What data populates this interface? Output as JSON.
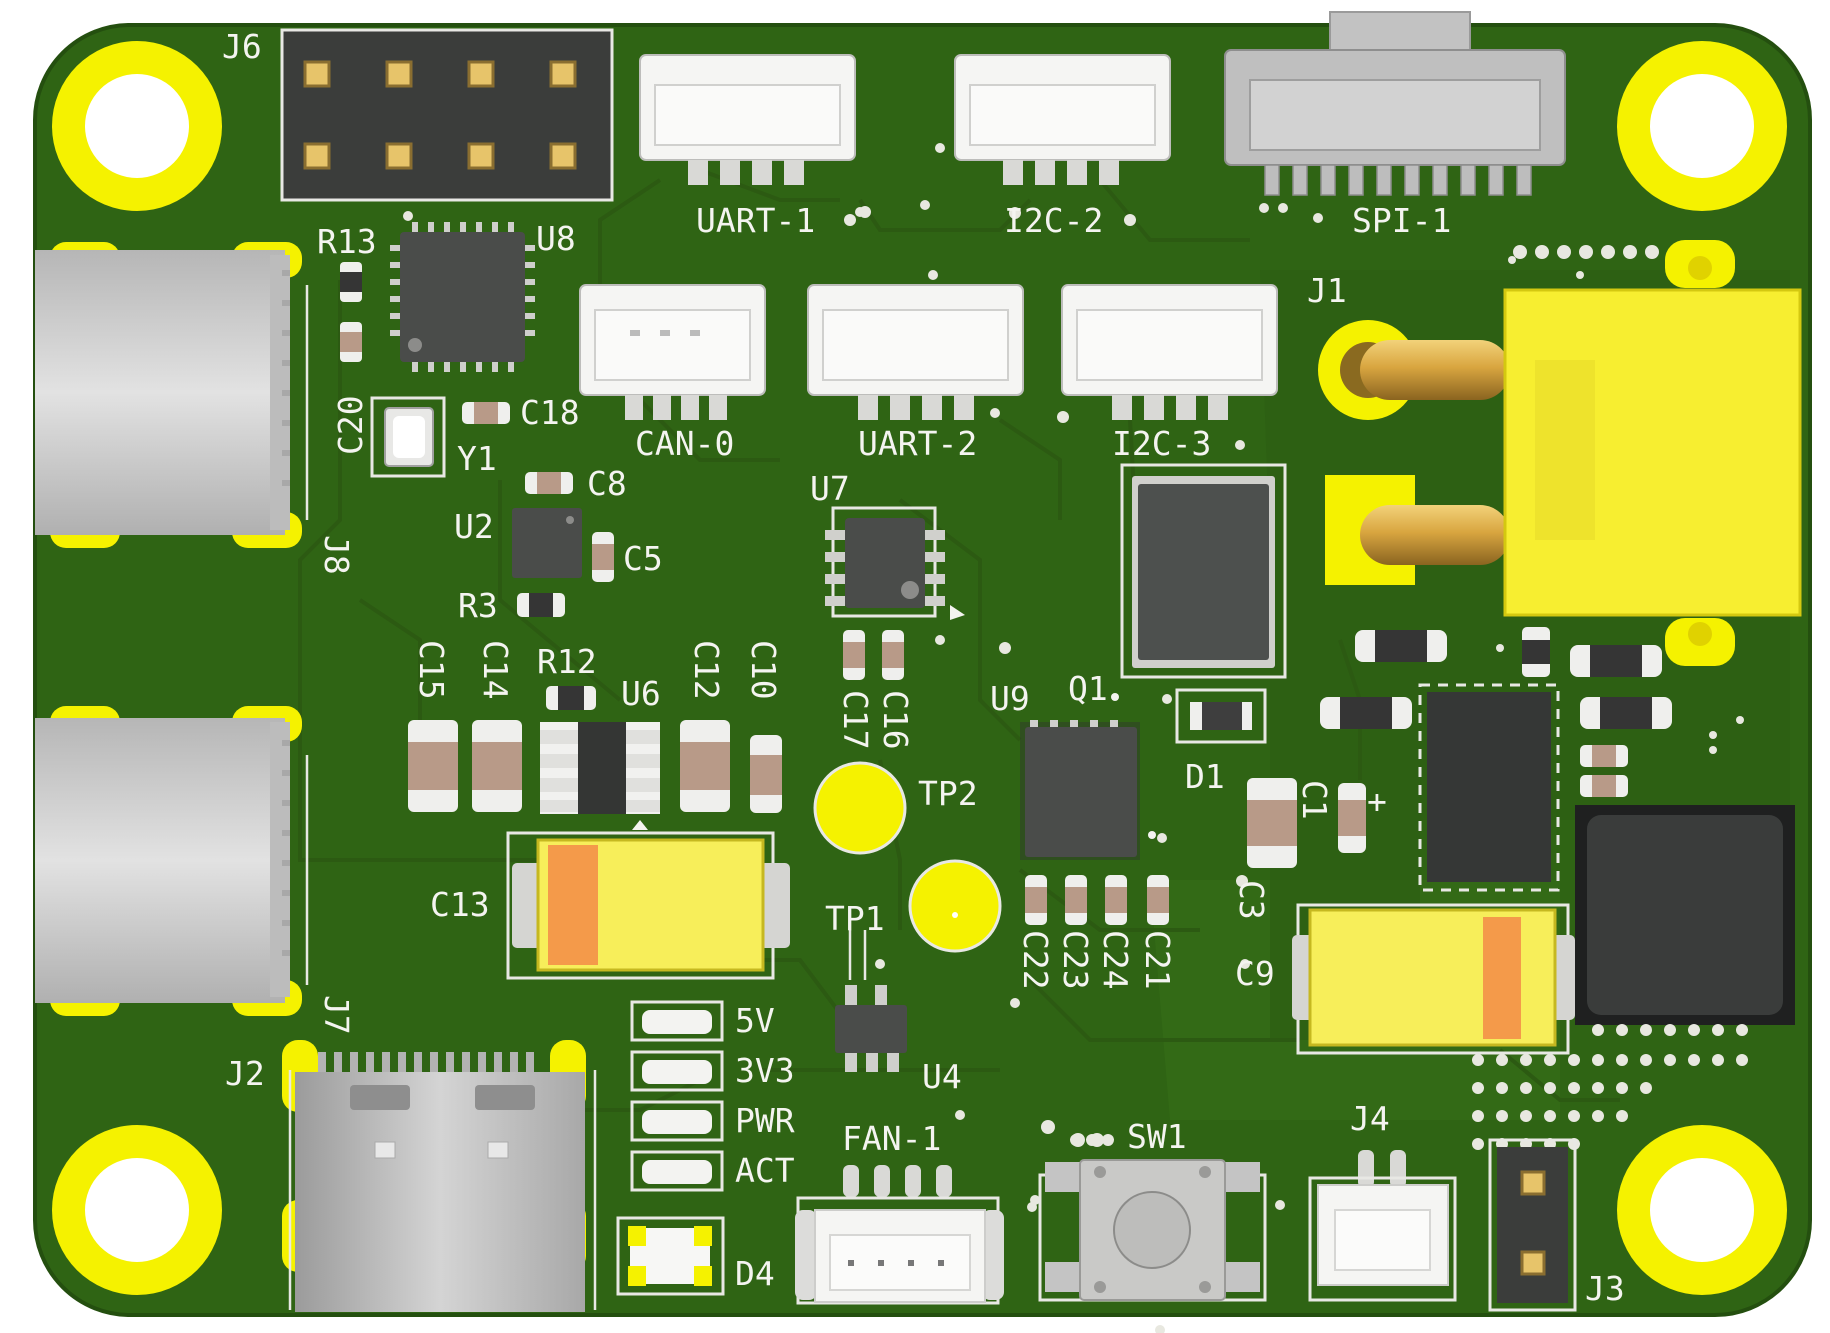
{
  "board": {
    "colors": {
      "background": "#ffffff",
      "pcb": "#2f6414",
      "silkscreen": "#f4f4f0",
      "pad": "#f5f200",
      "ic": "#4a4c4a",
      "connector": "#f5f5f3",
      "usb_shell": "#c9c9c9",
      "gold": "#d9a640"
    },
    "labels": {
      "J6": "J6",
      "R13": "R13",
      "U8": "U8",
      "UART1": "UART-1",
      "I2C2": "I2C-2",
      "SPI1": "SPI-1",
      "J1": "J1",
      "C20": "C20",
      "C18": "C18",
      "Y1": "Y1",
      "CAN0": "CAN-0",
      "UART2": "UART-2",
      "I2C3": "I2C-3",
      "C8": "C8",
      "U7": "U7",
      "U2": "U2",
      "C5": "C5",
      "R3": "R3",
      "J8": "J8",
      "C15": "C15",
      "C14": "C14",
      "R12": "R12",
      "U6": "U6",
      "C12": "C12",
      "C10": "C10",
      "C17": "C17",
      "C16": "C16",
      "U9": "U9",
      "Q1": "Q1",
      "TP2": "TP2",
      "D1": "D1",
      "C1": "C1",
      "plus": "+",
      "C13": "C13",
      "TP1": "TP1",
      "C3": "C3",
      "C22": "C22",
      "C23": "C23",
      "C24": "C24",
      "C21": "C21",
      "C9": "C9",
      "J7": "J7",
      "FiveV": "5V",
      "ThreeV3": "3V3",
      "PWR": "PWR",
      "ACT": "ACT",
      "J2": "J2",
      "U4": "U4",
      "FAN1": "FAN-1",
      "SW1": "SW1",
      "J4": "J4",
      "D4": "D4",
      "J3": "J3"
    }
  }
}
